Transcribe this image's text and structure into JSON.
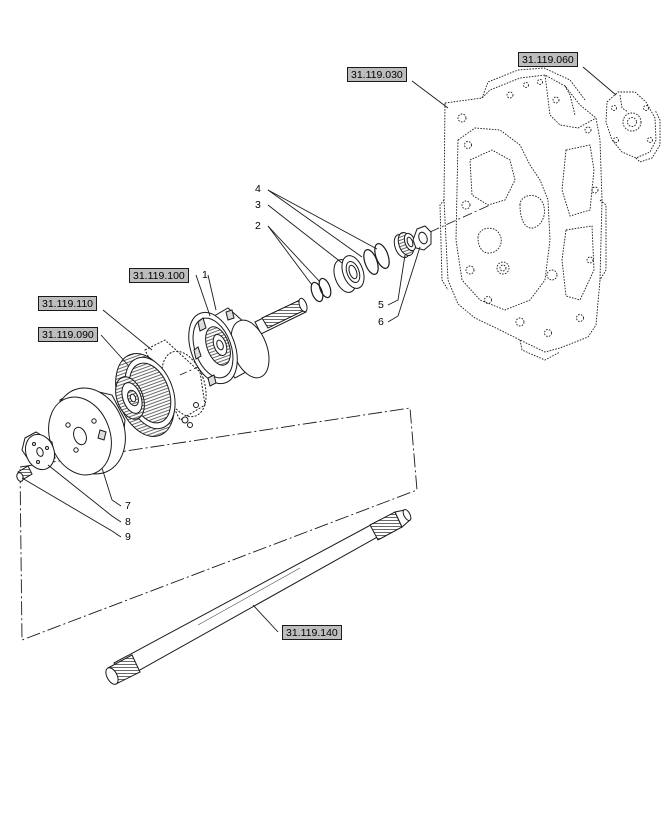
{
  "refs": {
    "r030": "31.119.030",
    "r060": "31.119.060",
    "r100": "31.119.100",
    "r110": "31.119.110",
    "r090": "31.119.090",
    "r140": "31.119.140"
  },
  "callouts": {
    "c1": "1",
    "c2": "2",
    "c3": "3",
    "c4": "4",
    "c5": "5",
    "c6": "6",
    "c7": "7",
    "c8": "8",
    "c9": "9"
  },
  "colors": {
    "line": "#1a1a1a",
    "ref_fill": "#bdbdbd"
  }
}
